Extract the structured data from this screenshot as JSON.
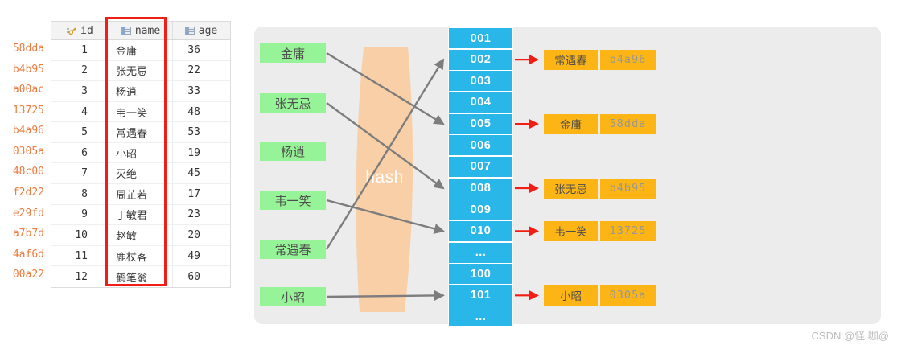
{
  "table": {
    "columns": [
      {
        "label": "id",
        "icon": "primary-key-icon"
      },
      {
        "label": "name",
        "icon": "column-icon"
      },
      {
        "label": "age",
        "icon": "column-icon"
      }
    ],
    "rows": [
      {
        "hash": "58dda",
        "id": "1",
        "name": "金庸",
        "age": "36"
      },
      {
        "hash": "b4b95",
        "id": "2",
        "name": "张无忌",
        "age": "22"
      },
      {
        "hash": "a00ac",
        "id": "3",
        "name": "杨逍",
        "age": "33"
      },
      {
        "hash": "13725",
        "id": "4",
        "name": "韦一笑",
        "age": "48"
      },
      {
        "hash": "b4a96",
        "id": "5",
        "name": "常遇春",
        "age": "53"
      },
      {
        "hash": "0305a",
        "id": "6",
        "name": "小昭",
        "age": "19"
      },
      {
        "hash": "48c00",
        "id": "7",
        "name": "灭绝",
        "age": "45"
      },
      {
        "hash": "f2d22",
        "id": "8",
        "name": "周芷若",
        "age": "17"
      },
      {
        "hash": "e29fd",
        "id": "9",
        "name": "丁敏君",
        "age": "23"
      },
      {
        "hash": "a7b7d",
        "id": "10",
        "name": "赵敏",
        "age": "20"
      },
      {
        "hash": "4af6d",
        "id": "11",
        "name": "鹿杖客",
        "age": "49"
      },
      {
        "hash": "00a22",
        "id": "12",
        "name": "鹤笔翁",
        "age": "60"
      }
    ]
  },
  "diagram": {
    "hash_label": "hash",
    "inputs": [
      {
        "label": "金庸",
        "target": "005"
      },
      {
        "label": "张无忌",
        "target": "008"
      },
      {
        "label": "杨逍",
        "target": null
      },
      {
        "label": "韦一笑",
        "target": "010"
      },
      {
        "label": "常遇春",
        "target": "002"
      },
      {
        "label": "小昭",
        "target": "101"
      }
    ],
    "buckets": [
      "001",
      "002",
      "003",
      "004",
      "005",
      "006",
      "007",
      "008",
      "009",
      "010",
      "...",
      "100",
      "101",
      "..."
    ],
    "results": [
      {
        "bucket": "002",
        "name": "常遇春",
        "hash": "b4a96"
      },
      {
        "bucket": "005",
        "name": "金庸",
        "hash": "58dda"
      },
      {
        "bucket": "008",
        "name": "张无忌",
        "hash": "b4b95"
      },
      {
        "bucket": "010",
        "name": "韦一笑",
        "hash": "13725"
      },
      {
        "bucket": "101",
        "name": "小昭",
        "hash": "0305a"
      }
    ]
  },
  "watermark": "CSDN @怪 咖@",
  "colors": {
    "row_hash_text": "#ee7c3f",
    "green_box": "#97f397",
    "blue_box": "#29b7ea",
    "orange_box": "#fcb515",
    "lens": "#f9cfa7",
    "gray_arrow": "#7d7d7d",
    "red_accent": "#f01e14"
  }
}
